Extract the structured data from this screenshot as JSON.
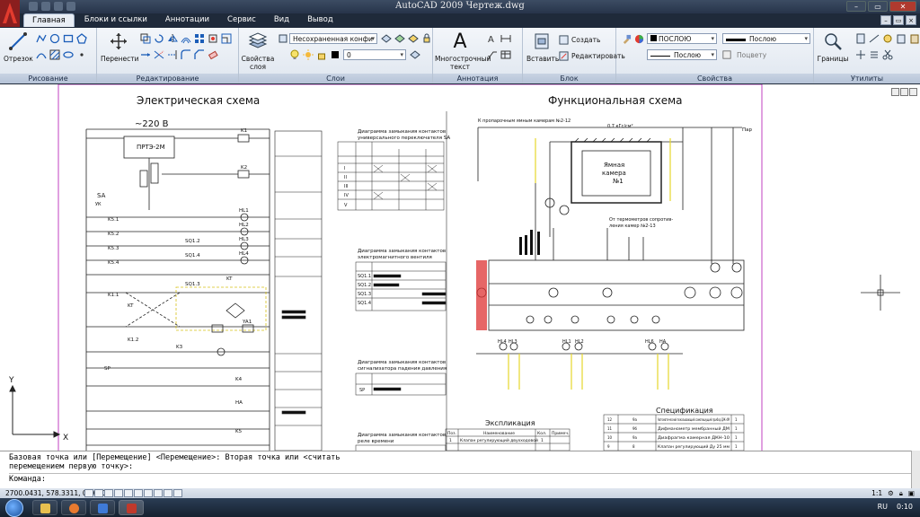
{
  "window": {
    "title": "AutoCAD 2009 Чертеж.dwg",
    "controls": [
      "–",
      "▭",
      "✕"
    ]
  },
  "tabs": [
    "Главная",
    "Блоки и ссылки",
    "Аннотации",
    "Сервис",
    "Вид",
    "Вывод"
  ],
  "ribbon": {
    "draw": {
      "title": "Рисование",
      "line": "Отрезок"
    },
    "modify": {
      "title": "Редактирование",
      "move": "Перенести"
    },
    "layers": {
      "title": "Слои",
      "props_line1": "Свойства",
      "props_line2": "слоя",
      "state": "Несохраненная конфи",
      "current": "0"
    },
    "annotation": {
      "title": "Аннотация",
      "mtext_line1": "Многострочный",
      "mtext_line2": "текст"
    },
    "block": {
      "title": "Блок",
      "insert": "Вставить",
      "create": "Создать",
      "edit": "Редактировать"
    },
    "properties": {
      "title": "Свойства",
      "color": "ПОСЛОЮ",
      "linetype": "Послою",
      "lineweight": "Послою",
      "plotstyle": "Поцвету"
    },
    "utilities": {
      "title": "Утилиты",
      "bounds": "Границы"
    }
  },
  "drawing": {
    "left_title": "Электрическая схема",
    "right_title": "Функциональная схема",
    "voltage": "~220 В",
    "relay": "ПРТЭ-2М",
    "switch": "SA",
    "chamber_line1": "Ямная",
    "chamber_line2": "камера",
    "chamber_line3": "№1",
    "pipe_label": "К пропарочным ямным камерам №2-12",
    "pressure": "0,7 кГс/см²",
    "steam": "Пар",
    "thermo_label1": "От термометров сопротив-",
    "thermo_label2": "ления камер №2-13",
    "table_sa_title1": "Диаграмма замыкания контактов",
    "table_sa_title2": "универсального переключателя SA",
    "table_sq_title1": "Диаграмма замыкания контактов",
    "table_sq_title2": "электромагнитного вентиля",
    "table_sp_title1": "Диаграмма замыкания контактов",
    "table_sp_title2": "сигнализатора падения давления",
    "table_time_title1": "Диаграмма замыкания контактов",
    "table_time_title2": "реле времени",
    "explication": "Экспликация",
    "explication_headers": [
      "Поз.",
      "Наименование",
      "Кол.",
      "Примеч."
    ],
    "explication_row": [
      "1",
      "Клапан регулирующий двухходовой",
      "1",
      ""
    ],
    "specification": "Спецификация",
    "spec_rows": [
      [
        "12",
        "9а",
        "Автоматический показывающий самопишущий прибор ДЖ-4М",
        "1"
      ],
      [
        "11",
        "9б",
        "Дифманометр мембранный ДМ",
        "1"
      ],
      [
        "10",
        "9а",
        "Диафрагма камерная ДКН-10",
        "1"
      ],
      [
        "9",
        "8",
        "Клапан регулирующий Ду 25 мм",
        "1"
      ]
    ],
    "sa_labels": [
      "K5.1",
      "K5.2",
      "K5.3",
      "K5.4",
      "K1.1",
      "KT",
      "K1.2"
    ],
    "rung_labels": [
      "K1",
      "K2",
      "HL1",
      "HL2",
      "HL3",
      "HL4",
      "KT",
      "YA1",
      "K3",
      "K4",
      "HA",
      "K5"
    ],
    "sq_labels": [
      "SQ1.1",
      "SQ1.2",
      "SQ1.3",
      "SQ1.4"
    ],
    "sp_label": "SP",
    "hl_labels": [
      "HL4",
      "HL3",
      "HL1",
      "HL2",
      "HL6",
      "HA"
    ],
    "upper": "УК",
    "roman": [
      "I",
      "II",
      "III",
      "IV",
      "V"
    ],
    "axis_x": "X",
    "axis_y": "Y"
  },
  "command": {
    "line1": "Базовая точка или [Перемещение] <Перемещение>: Вторая точка или <считать",
    "line2": "перемещением первую точку>:",
    "prompt": "Команда:"
  },
  "status": {
    "coords": "2700.0431, 578.3311, 0.0000",
    "scale": "1:1"
  },
  "taskbar": {
    "lang": "RU",
    "clock": "0:10"
  }
}
